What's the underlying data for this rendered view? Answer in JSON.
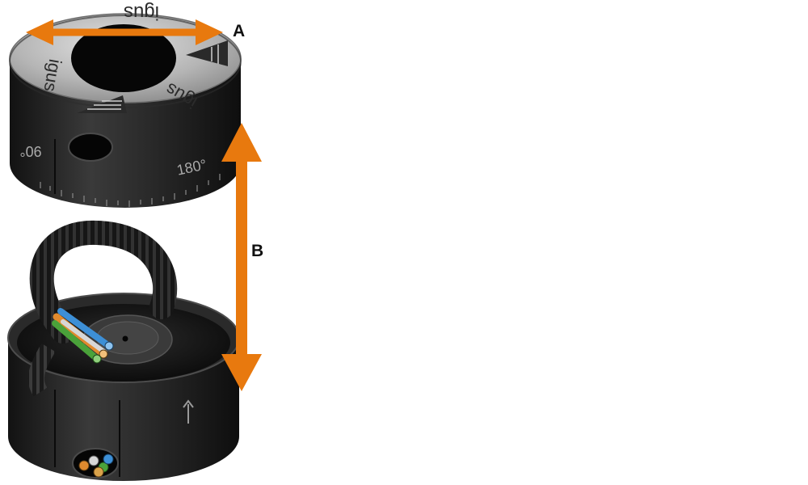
{
  "image": {
    "labels": {
      "a": "A",
      "b": "B"
    },
    "brand_text": "igus",
    "angle_labels": {
      "left": "90°",
      "right": "180°"
    },
    "colors": {
      "arrow": "#E8790E",
      "housing_dark": "#1b1b1b",
      "housing_mid": "#2e2e2e",
      "lid_top": "#b9b9b9",
      "background": "#ffffff"
    }
  }
}
